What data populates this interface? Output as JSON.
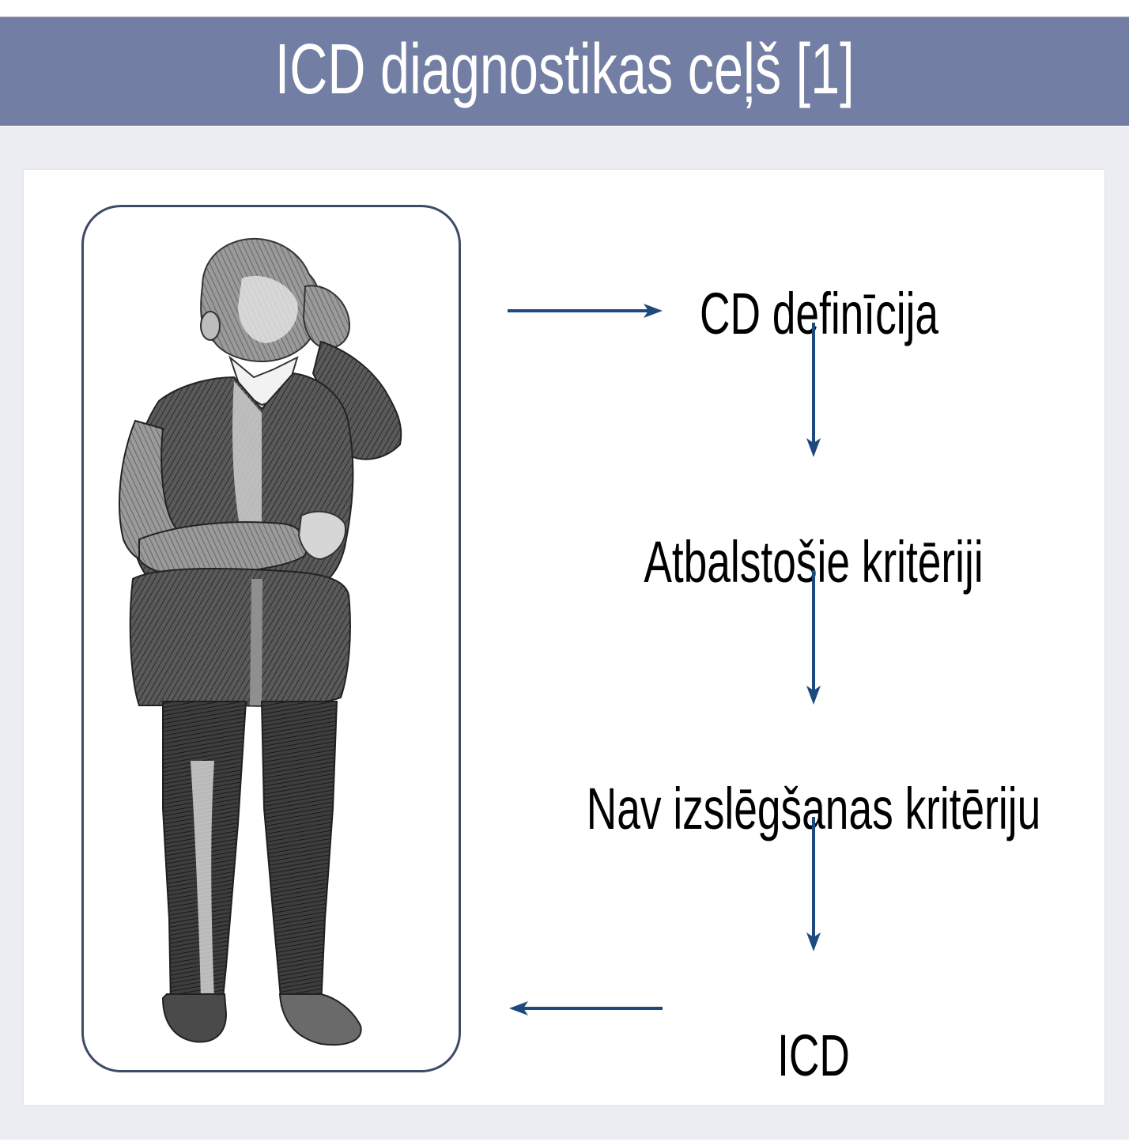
{
  "header": {
    "title": "ICD diagnostikas ceļš [1]",
    "background_color": "#727ea3",
    "text_color": "#ffffff"
  },
  "illustration": {
    "subject": "pencil-sketch-thinking-man",
    "frame_color": "#3e4a66"
  },
  "flow": {
    "arrow_color": "#1d4a7e",
    "steps": [
      {
        "label": "CD definīcija"
      },
      {
        "label": "Atbalstošie kritēriji"
      },
      {
        "label": "Nav izslēgšanas kritēriju"
      },
      {
        "label": "ICD"
      }
    ],
    "connectors": [
      {
        "from": "illustration",
        "to": "CD definīcija",
        "direction": "right"
      },
      {
        "from": "CD definīcija",
        "to": "Atbalstošie kritēriji",
        "direction": "down"
      },
      {
        "from": "Atbalstošie kritēriji",
        "to": "Nav izslēgšanas kritēriju",
        "direction": "down"
      },
      {
        "from": "Nav izslēgšanas kritēriju",
        "to": "ICD",
        "direction": "down"
      },
      {
        "from": "ICD",
        "to": "illustration",
        "direction": "left"
      }
    ]
  }
}
